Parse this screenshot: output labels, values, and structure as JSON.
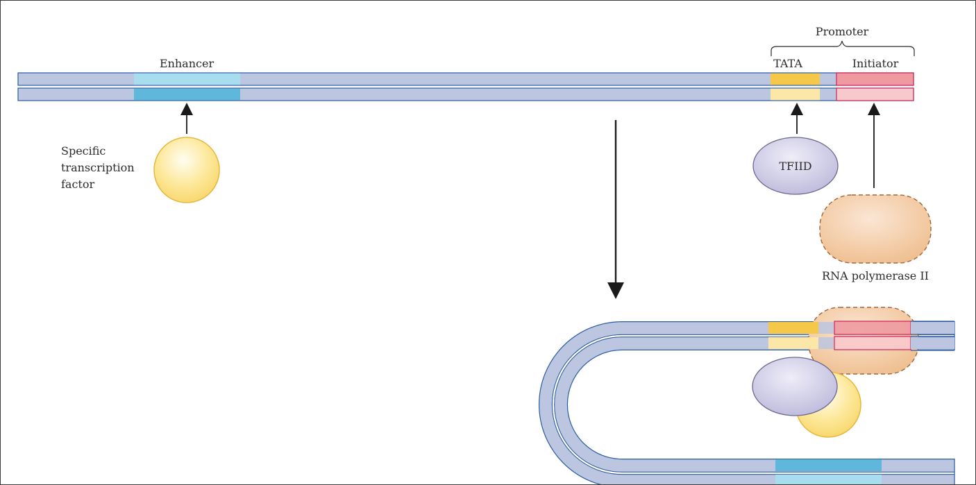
{
  "labels": {
    "promoter": "Promoter",
    "tata": "TATA",
    "initiator": "Initiator",
    "enhancer": "Enhancer",
    "specific_tf_line1": "Specific",
    "specific_tf_line2": "transcription",
    "specific_tf_line3": "factor",
    "tfiid": "TFIID",
    "rna_pol": "RNA polymerase II"
  },
  "colors": {
    "dna_fill": "#bcc6e0",
    "dna_stroke": "#2a5aa0",
    "enhancer_top": "#a8dcef",
    "enhancer_bottom": "#5fb8dc",
    "tata_top": "#f5c84a",
    "tata_bottom": "#fde7a8",
    "initiator_top": "#ee9aa0",
    "initiator_bottom": "#f8c9cc",
    "initiator_stroke": "#d0205a",
    "tf_fill": "#fde89a",
    "tf_stroke": "#e8b63a",
    "tfiid_fill": "#c3c0de",
    "tfiid_stroke": "#6a6690",
    "pol_fill": "#f2c9a0",
    "pol_stroke": "#a0643a"
  }
}
